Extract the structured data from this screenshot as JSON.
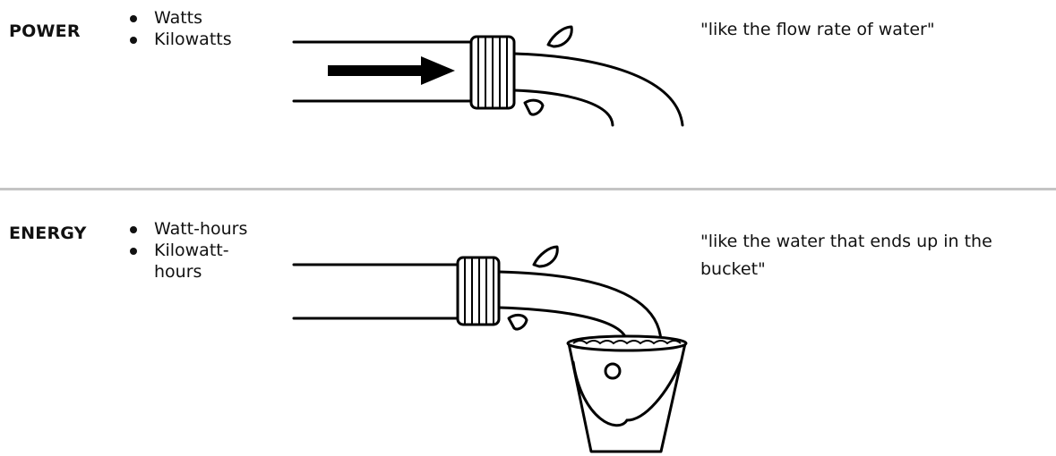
{
  "sections": [
    {
      "term": "POWER",
      "units": [
        "Watts",
        "Kilowatts"
      ],
      "analogy": "\"like the flow rate of water\""
    },
    {
      "term": "ENERGY",
      "units": [
        "Watt-hours",
        "Kilowatt-hours"
      ],
      "analogy": "\"like the water that ends up in the bucket\""
    }
  ],
  "icons": {
    "power_illustration": "hose-with-flow-arrow",
    "energy_illustration": "hose-pouring-into-bucket"
  }
}
